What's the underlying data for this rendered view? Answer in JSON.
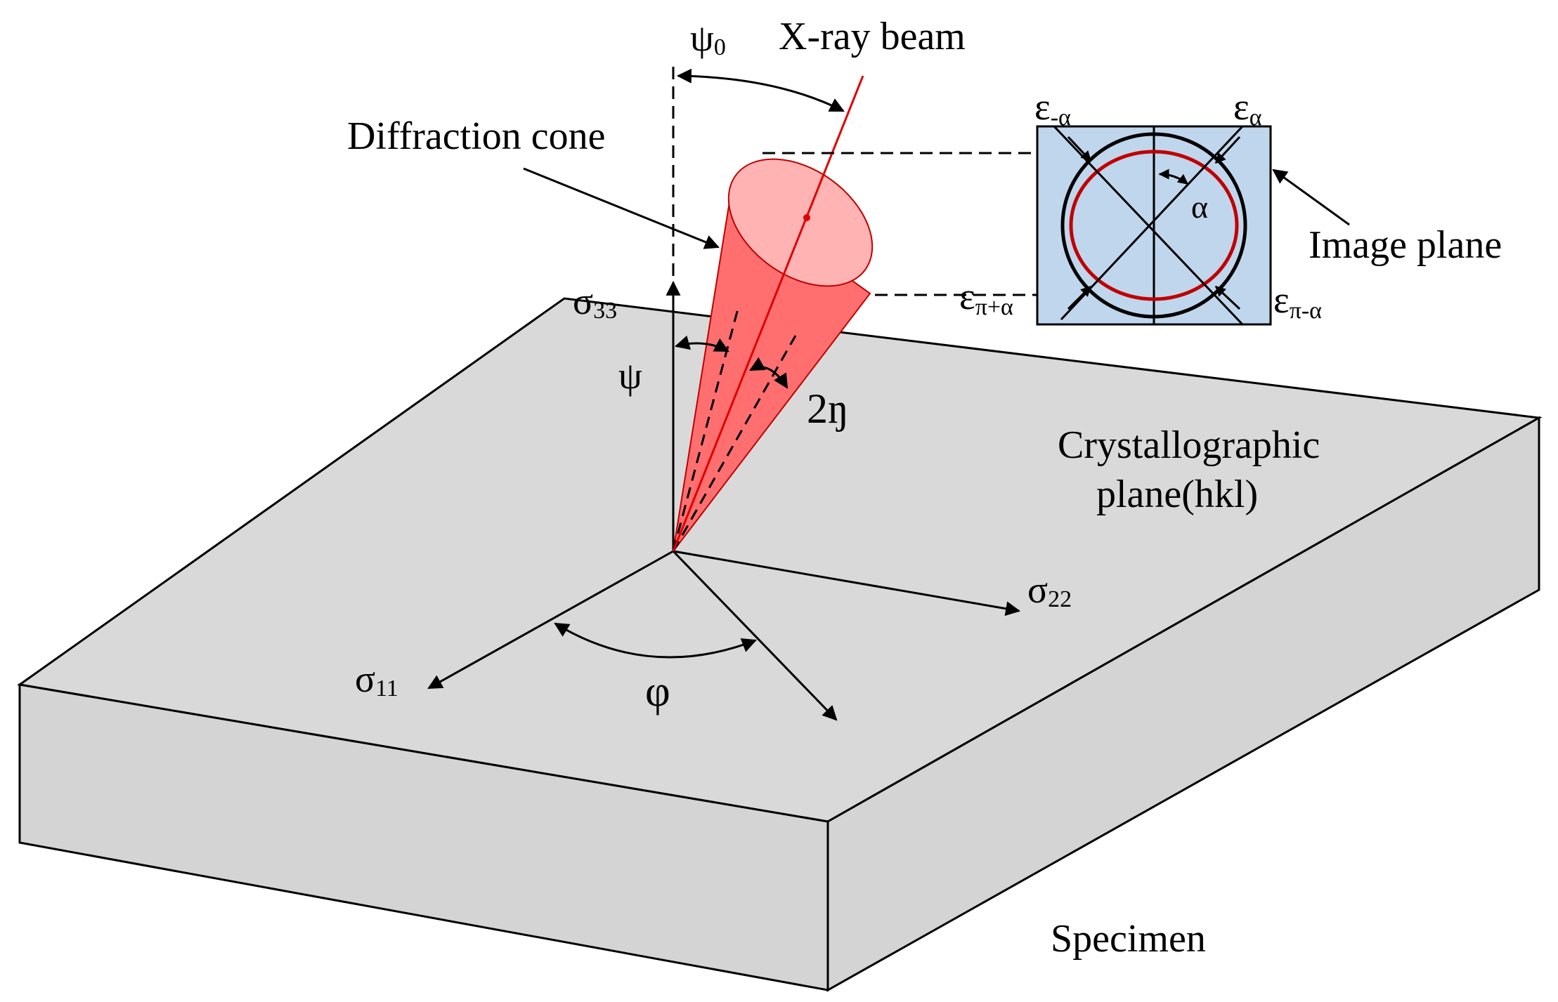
{
  "labels": {
    "psi0": "ψ",
    "psi0_sub": "0",
    "xray_beam": "X-ray beam",
    "diffraction_cone": "Diffraction cone",
    "image_plane": "Image plane",
    "sigma33": "σ",
    "sigma33_sub": "33",
    "psi": "ψ",
    "two_eta": "2ŋ",
    "crystallographic_line1": "Crystallographic",
    "crystallographic_line2": "plane(hkl)",
    "sigma22": "σ",
    "sigma22_sub": "22",
    "sigma11": "σ",
    "sigma11_sub": "11",
    "phi": "φ",
    "specimen": "Specimen",
    "eps_minus_alpha": "ε",
    "eps_minus_alpha_sub": "-α",
    "eps_alpha": "ε",
    "eps_alpha_sub": "α",
    "eps_pi_plus_alpha": "ε",
    "eps_pi_plus_alpha_sub": "π+α",
    "eps_pi_minus_alpha": "ε",
    "eps_pi_minus_alpha_sub": "π-α",
    "alpha": "α"
  },
  "colors": {
    "specimen_top": "#d9d9d9",
    "specimen_side": "#d4d4d4",
    "cone_fill": "#ff6f6f",
    "cone_cap": "#ffb3b3",
    "beam": "#e00000",
    "image_plane_fill": "#c0d6ec",
    "ring_red": "#c00000",
    "line": "#000000"
  }
}
